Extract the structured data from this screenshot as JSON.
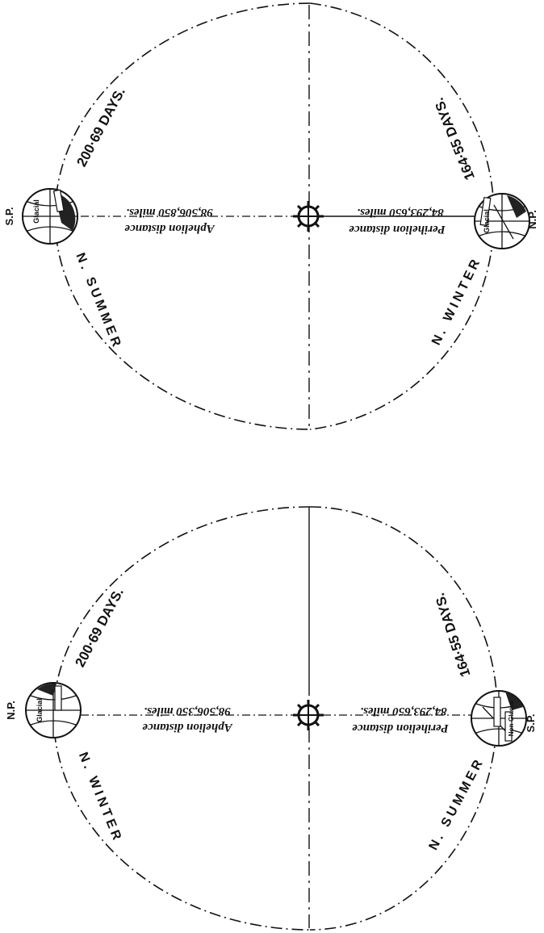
{
  "diagrams": [
    {
      "duration_left": "200·69 DAYS.",
      "duration_right": "164·55 DAYS.",
      "season_left": "N. SUMMER",
      "season_right": "N. WINTER",
      "aphelion_label": "Aphelion distance",
      "aphelion_value": "98,506,850 miles.",
      "perihelion_label": "Perihelion distance",
      "perihelion_value": "84,293,650 miles.",
      "pole_left": "S.P.",
      "pole_right": "N.P.",
      "zone_label_a": "Glacial",
      "zone_label_b": "Glacial"
    },
    {
      "duration_left": "200·69 DAYS.",
      "duration_right": "164·55 DAYS.",
      "season_left": "N. WINTER",
      "season_right": "N. SUMMER",
      "aphelion_label": "Aphelion distance",
      "aphelion_value": "98,506,350 miles.",
      "perihelion_label": "Perihelion distance",
      "perihelion_value": "84,293,650 miles.",
      "pole_left": "N.P.",
      "pole_right": "S.P.",
      "zone_label_a": "Glacial",
      "zone_label_b": "Non-Glacial"
    }
  ]
}
